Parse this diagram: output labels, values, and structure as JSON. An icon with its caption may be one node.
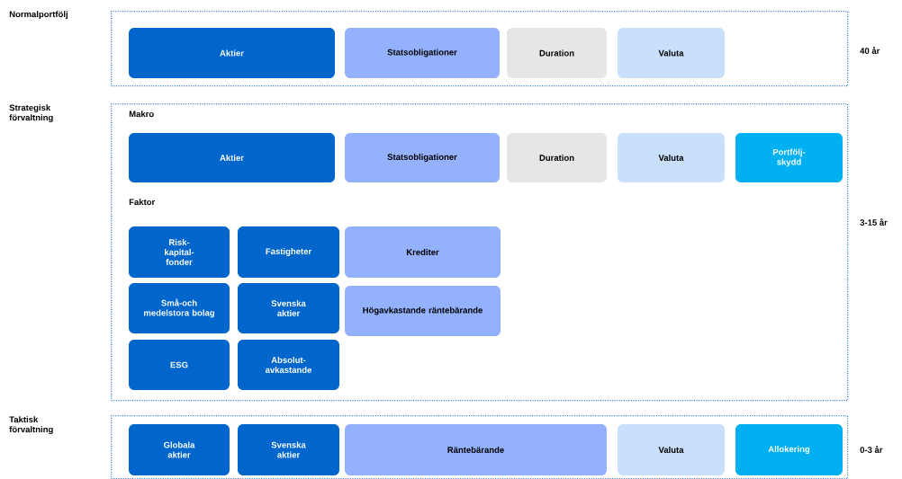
{
  "diagram": {
    "nodes": [
      {
        "text": [],
        "shape": "box",
        "beside": [
          "40 år"
        ]
      },
      {
        "text": [
          "Aktier"
        ],
        "in": 0
      },
      {
        "text": [
          "Statsobligationer"
        ],
        "in": 0
      },
      {
        "text": [
          "Duration"
        ],
        "in": 0
      },
      {
        "text": [
          "Valuta"
        ],
        "in": 0
      },
      {
        "text": [
          "Makro",
          "Faktor"
        ],
        "beside": [
          "3-15 år"
        ]
      },
      {
        "text": [
          "Aktier"
        ],
        "in": 5
      },
      {
        "text": [
          "Statsobligationer"
        ],
        "in": 5
      },
      {
        "text": [
          "Duration"
        ],
        "in": 5
      },
      {
        "text": [
          "Valuta"
        ],
        "in": 5
      },
      {
        "text": [
          "Portfölj- skydd"
        ],
        "in": 5
      },
      {
        "text": [
          "Risk- kapital- fonder"
        ],
        "in": 5
      },
      {
        "text": [
          "Fastigheter"
        ],
        "in": 5
      },
      {
        "text": [
          "Krediter"
        ],
        "in": 5
      },
      {
        "text": [
          "Små-och medelstora bolag"
        ],
        "in": 5
      },
      {
        "text": [
          "Svenska aktier"
        ],
        "in": 5
      },
      {
        "text": [
          "Högavkastande räntebärande"
        ],
        "in": 5
      },
      {
        "text": [
          "ESG"
        ],
        "in": 5
      },
      {
        "text": [
          "Absolut- avkastande"
        ],
        "in": 5
      },
      {
        "text": [],
        "shape": "box",
        "beside": [
          "0-3 år"
        ]
      },
      {
        "text": [
          "Globala aktier"
        ],
        "in": 19
      },
      {
        "text": [
          "Svenska aktier"
        ],
        "in": 19
      },
      {
        "text": [
          "Räntebärande"
        ],
        "in": 19
      },
      {
        "text": [
          "Valuta"
        ],
        "in": 19
      },
      {
        "text": [
          "Allokering"
        ],
        "in": 19
      }
    ],
    "labels": [
      "Normalportfölj",
      "Strategisk förvaltning",
      "Taktisk förvaltning"
    ]
  }
}
